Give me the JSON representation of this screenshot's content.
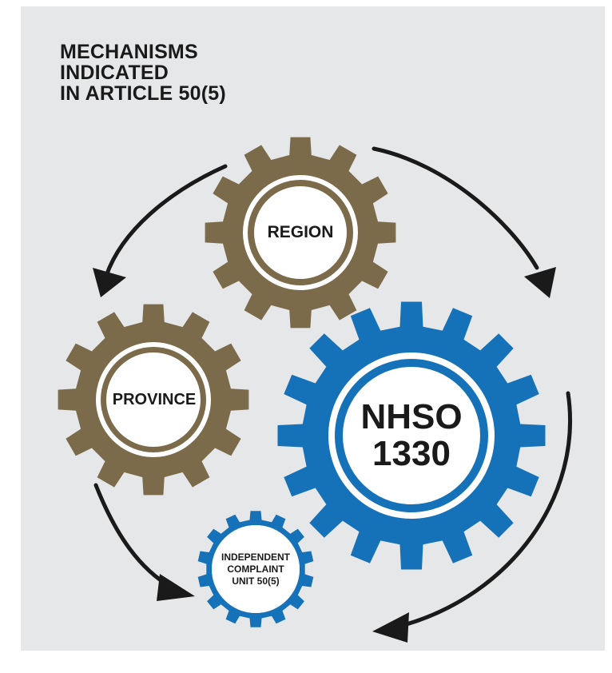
{
  "title": {
    "lines": [
      "MECHANISMS",
      "INDICATED",
      "IN ARTICLE 50(5)"
    ]
  },
  "nodes": {
    "region": {
      "label": "REGION"
    },
    "province": {
      "label": "PROVINCE"
    },
    "nhso": {
      "lines": [
        "NHSO",
        "1330"
      ]
    },
    "complaint_unit": {
      "lines": [
        "INDEPENDENT",
        "COMPLAINT",
        "UNIT 50(5)"
      ]
    }
  },
  "colors": {
    "background": "#e6e7e9",
    "olive_gear": "#7b6b4b",
    "blue_gear": "#1672b8",
    "arrow": "#1a1a1a",
    "gear_center": "#ffffff"
  },
  "icons": {
    "gear": "gear-icon",
    "arrow": "curved-arrow-icon"
  }
}
